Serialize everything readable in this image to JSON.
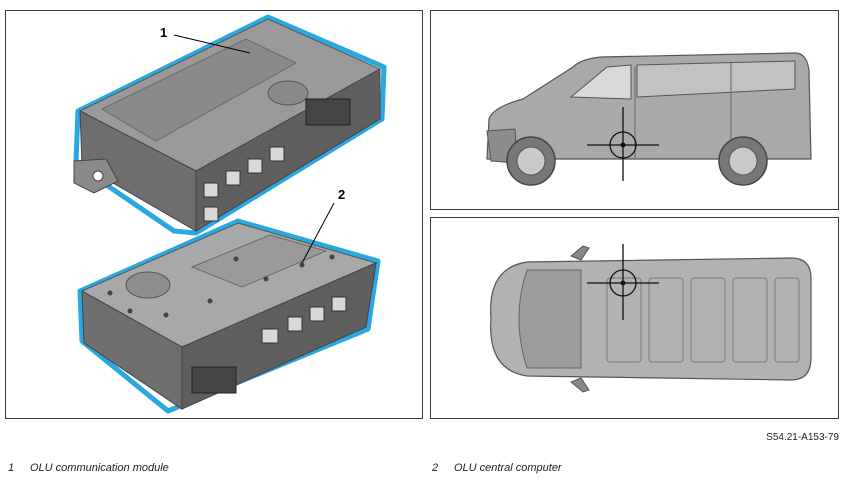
{
  "callouts": {
    "c1": "1",
    "c2": "2"
  },
  "reference_code": "S54.21-A153-79",
  "legend": [
    {
      "number": "1",
      "text": "OLU communication module"
    },
    {
      "number": "2",
      "text": "OLU central computer"
    }
  ],
  "colors": {
    "highlight": "#29a9e0",
    "body": "#8f8f8f",
    "body_dark": "#5e5e5e",
    "body_light": "#b9b9b9",
    "frame": "#3a3a3a"
  }
}
